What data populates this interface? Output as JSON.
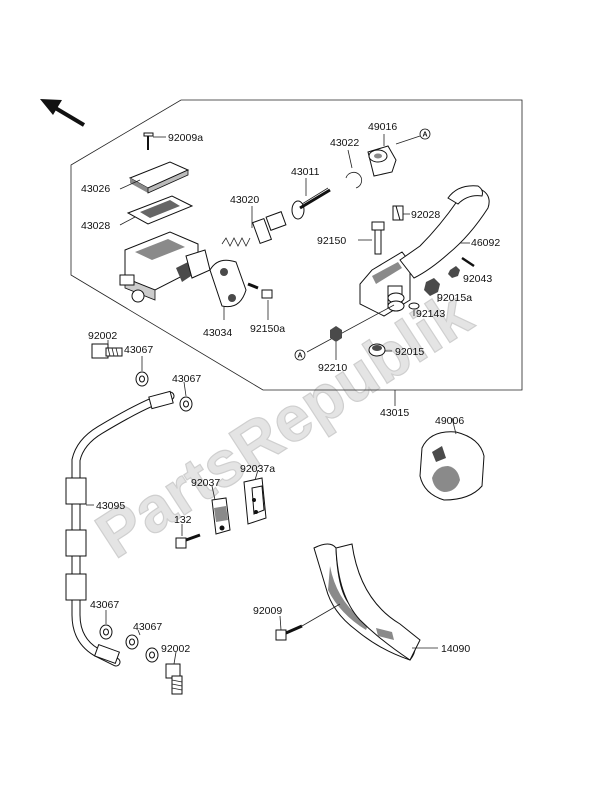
{
  "watermark": "PartsRepublik",
  "reference_marker": "A",
  "part_numbers": {
    "p92009a": "92009a",
    "p43026": "43026",
    "p43028": "43028",
    "p43022": "43022",
    "p49016": "49016",
    "p43011": "43011",
    "p43020": "43020",
    "p92028": "92028",
    "p92150": "92150",
    "p46092": "46092",
    "p92043": "92043",
    "p92015a": "92015a",
    "p92143": "92143",
    "p43034": "43034",
    "p92150a": "92150a",
    "p92210": "92210",
    "p92015": "92015",
    "p43015": "43015",
    "p92002_top": "92002",
    "p43067_a": "43067",
    "p43067_b": "43067",
    "p49006": "49006",
    "p43095": "43095",
    "p92037": "92037",
    "p92037a": "92037a",
    "p132": "132",
    "p43067_c": "43067",
    "p43067_d": "43067",
    "p92002_bottom": "92002",
    "p92009": "92009",
    "p14090": "14090"
  },
  "colors": {
    "line": "#222222",
    "part_fill": "#ffffff",
    "shade": "#8a8a8a",
    "watermark": "#e4e4e4"
  }
}
